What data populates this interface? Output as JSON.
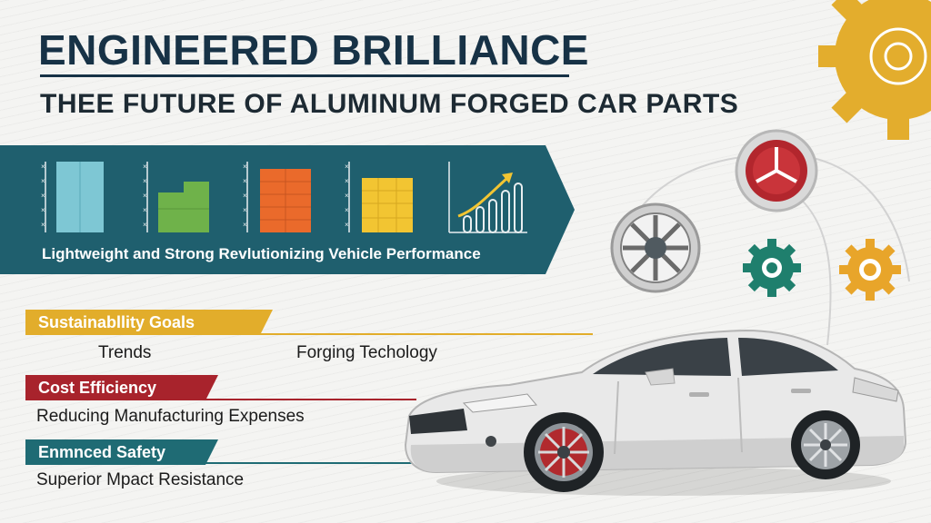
{
  "header": {
    "title": "ENGINEERED BRILLIANCE",
    "subtitle": "THEE FUTURE OF ALUMINUM FORGED CAR PARTS"
  },
  "banner": {
    "text": "Lightweight and Strong Revlutionizing Vehicle Performance",
    "color": "#1f5f6e",
    "mini_charts": [
      "bar-chart-blue",
      "bar-chart-green",
      "bar-chart-orange",
      "bar-chart-yellow",
      "line-chart-growth"
    ]
  },
  "sections": [
    {
      "label": "Sustainabllity Goals",
      "color": "#e2ad2b",
      "items": [
        "Trends",
        "Forging  Techology"
      ]
    },
    {
      "label": "Cost  Efficiency",
      "color": "#a8232c",
      "items": [
        "Reducing  Manufacturing  Expenses"
      ]
    },
    {
      "label": "Enmnced Safety",
      "color": "#1f6b74",
      "items": [
        "Superior  Mpact  Resistance"
      ]
    }
  ],
  "icons": [
    "large-gear-icon",
    "brake-rotor-icon",
    "wheel-rim-icon",
    "teal-gear-icon",
    "orange-gear-icon",
    "sedan-car-illustration"
  ]
}
